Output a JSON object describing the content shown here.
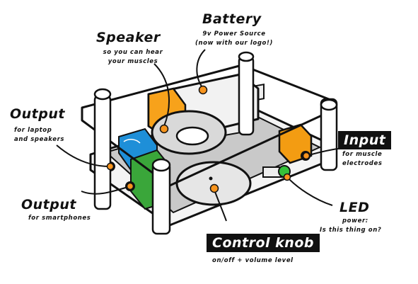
{
  "labels": {
    "battery": {
      "title": "Battery",
      "line1": "9v Power Source",
      "line2": "(now with our logo!)"
    },
    "speaker": {
      "title": "Speaker",
      "line1": "so you can hear",
      "line2": "your muscles"
    },
    "output_laptop": {
      "title": "Output",
      "line1": "for laptop",
      "line2": "and speakers"
    },
    "output_phone": {
      "title": "Output",
      "line1": "for smartphones"
    },
    "input": {
      "title": "Input",
      "line1": "for muscle",
      "line2": "electrodes"
    },
    "led": {
      "title": "LED",
      "line1": "power:",
      "line2": "Is this thing on?"
    },
    "control_knob": {
      "title": "Control knob",
      "line1": "on/off + volume level"
    }
  },
  "colors": {
    "ink": "#111111",
    "callout_dot": "#f7941d",
    "battery_orange": "#f7a21b",
    "input_jack_orange": "#f39c12",
    "blue_module": "#1e8fd8",
    "green_module": "#3aa63a",
    "board_gray": "#c9c9c9",
    "led_green": "#35c23a"
  }
}
